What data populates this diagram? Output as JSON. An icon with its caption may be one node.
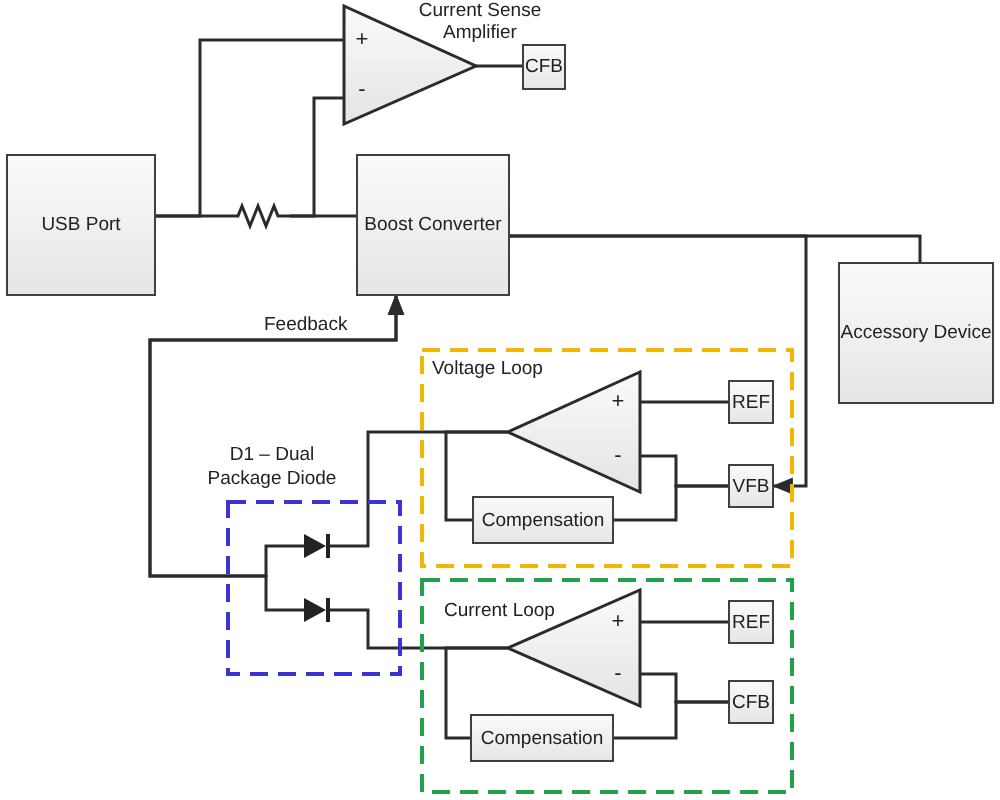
{
  "diagram": {
    "nodes": [
      {
        "text": [
          "USB Port"
        ]
      },
      {
        "text": [
          "+",
          "-"
        ],
        "beside": [
          "Current Sense Amplifier"
        ]
      },
      {
        "text": [
          "CFB"
        ]
      },
      {
        "text": [],
        "shape": "resistor"
      },
      {
        "text": [
          "Boost Converter"
        ]
      },
      {
        "text": [
          "Accessory Device"
        ]
      },
      {
        "text": [
          "Voltage Loop"
        ]
      },
      {
        "text": [
          "+",
          "-"
        ],
        "in": 6
      },
      {
        "text": [
          "REF"
        ],
        "in": 6
      },
      {
        "text": [
          "VFB"
        ],
        "in": 6
      },
      {
        "text": [
          "Compensation"
        ],
        "in": 6
      },
      {
        "text": [
          "D1 – Dual Package Diode"
        ]
      },
      {
        "text": [],
        "shape": "diode",
        "in": 11
      },
      {
        "text": [],
        "shape": "diode",
        "in": 11
      },
      {
        "text": [
          "Current Loop"
        ]
      },
      {
        "text": [
          "+",
          "-"
        ],
        "in": 14
      },
      {
        "text": [
          "REF"
        ],
        "in": 14
      },
      {
        "text": [
          "CFB"
        ],
        "in": 14
      },
      {
        "text": [
          "Compensation"
        ],
        "in": 14
      }
    ],
    "edges": [
      {
        "from": 0,
        "to": 3,
        "arrow": "none"
      },
      {
        "from": 3,
        "to": 4,
        "arrow": "none"
      },
      {
        "from": 0,
        "to": 1,
        "arrow": "none"
      },
      {
        "from": 3,
        "to": 1,
        "arrow": "none"
      },
      {
        "from": 1,
        "to": 2,
        "arrow": "none"
      },
      {
        "from": 4,
        "to": 5,
        "arrow": "none"
      },
      {
        "from": 4,
        "to": 9,
        "arrow": "to"
      },
      {
        "from": 12,
        "to": 4,
        "arrow": "to",
        "label": "Feedback"
      },
      {
        "from": 13,
        "to": 4,
        "arrow": "to"
      },
      {
        "from": 7,
        "to": 12,
        "arrow": "none"
      },
      {
        "from": 7,
        "to": 10,
        "arrow": "none"
      },
      {
        "from": 8,
        "to": 7,
        "arrow": "none"
      },
      {
        "from": 9,
        "to": 7,
        "arrow": "none"
      },
      {
        "from": 10,
        "to": 9,
        "arrow": "none"
      },
      {
        "from": 15,
        "to": 13,
        "arrow": "none"
      },
      {
        "from": 15,
        "to": 18,
        "arrow": "none"
      },
      {
        "from": 16,
        "to": 15,
        "arrow": "none"
      },
      {
        "from": 17,
        "to": 15,
        "arrow": "none"
      },
      {
        "from": 18,
        "to": 17,
        "arrow": "none"
      }
    ]
  }
}
